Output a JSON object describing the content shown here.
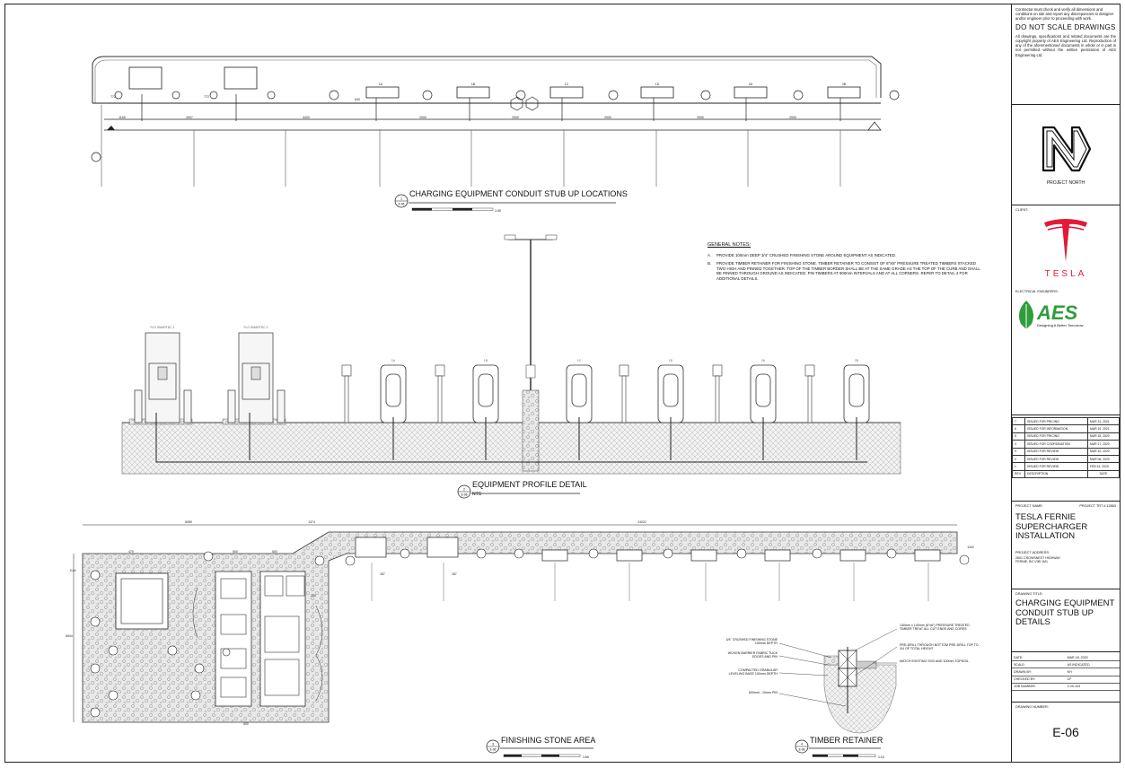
{
  "details": {
    "d1": {
      "num": "1",
      "sheet": "E-06",
      "title": "CHARGING EQUIPMENT CONDUIT STUB UP LOCATIONS",
      "scale": "1:40"
    },
    "d2": {
      "num": "2",
      "sheet": "E-06",
      "title": "EQUIPMENT PROFILE DETAIL",
      "scale": "NTS"
    },
    "d3": {
      "num": "3",
      "sheet": "E-06",
      "title": "FINISHING STONE AREA",
      "scale": "1:50"
    },
    "d4": {
      "num": "4",
      "sheet": "E-06",
      "title": "TIMBER RETAINER",
      "scale": "1:10"
    }
  },
  "dims_top": [
    "1160",
    "2907",
    "4400",
    "2900",
    "2900",
    "2900",
    "2900",
    "2900"
  ],
  "dims_side": [
    "772",
    "772"
  ],
  "dims_small": "640",
  "dims_bottom": {
    "left": "8089",
    "mid": "1374",
    "right": "24022",
    "s1": "475",
    "s2": "500",
    "s3": "500",
    "h1": "1144",
    "h2": "6544",
    "w1": "214",
    "b1": "287",
    "b2": "287",
    "r1": "1342",
    "c1": "600"
  },
  "stall_labels_top": [
    "1A",
    "1B",
    "1C",
    "1D",
    "2A",
    "2B"
  ],
  "stall_labels_profile": [
    "1A",
    "1B",
    "1C",
    "1D",
    "2A",
    "2B"
  ],
  "pedestal_labels": [
    "FLO SMARTDC 1",
    "FLO SMARTDC 2"
  ],
  "general_notes": {
    "heading": "GENERAL NOTES:",
    "items": [
      {
        "letter": "A.",
        "text": "PROVIDE 100mm DEEP 3/4\" CRUSHED FINISHING STONE AROUND EQUIPMENT AS INDICATED."
      },
      {
        "letter": "B.",
        "text": "PROVIDE TIMBER RETAINER FOR FINISHING STONE. TIMBER RETAINER TO CONSIST OF 6\"X6\" PRESSURE TREATED TIMBERS STACKED TWO HIGH AND PINNED TOGETHER. TOP OF THE TIMBER BORDER SHALL BE AT THE SAME GRADE AS THE TOP OF THE CURB AND SHALL BE PINNED THROUGH GROUND AS INDICATED. PIN TIMBERS AT 900mm INTERVALS AND AT ALL CORNERS. REFER TO DETAIL 4 FOR ADDITIONAL DETAILS."
      }
    ]
  },
  "timber_callouts": {
    "left": [
      "3/4\" CRUSHED FINISHING STONE 100mm DEPTH",
      "WOVEN BARRIER FABRIC TUCK EDGES AND PIN",
      "COMPACTED GRANULAR LEVELING BASE 100mm DEPTH",
      "600mm - 10mm PIN"
    ],
    "right": [
      "140mm x 140mm (6\"x6\") PRESSURE TREATED TIMBER TREAT ALL CUT ENDS AND CORES",
      "PRE-DRILL THROUGH BOTTOM PRE-DRILL TOP TO 3/4 OF TOTAL HEIGHT",
      "MATCH EXISTING SOD AND 100mm TOPSOIL"
    ]
  },
  "title_block": {
    "disclaimer": "Contractor must check and verify all dimensions and conditions on site and report any discrepancies to designer and/or engineer prior to proceeding with work.",
    "do_not_scale": "DO NOT SCALE DRAWINGS",
    "copyright": "All drawings, specifications and related documents are the copyright property of AES Engineering Ltd. Reproduction of any of the aforementioned documents in whole or in part is not permitted without the written permission of AES Engineering Ltd.",
    "north_label": "PROJECT NORTH",
    "client_label": "CLIENT:",
    "client_name": "TESLA",
    "engineer_label": "ELECTRICAL ENGINEERS:",
    "engineer_logo": "AES",
    "engineer_tagline": "Designing A Better Tomorrow",
    "revisions": [
      {
        "rev": "7",
        "desc": "ISSUED FOR PRICING",
        "date": "MAR 31, 2021"
      },
      {
        "rev": "6",
        "desc": "ISSUED FOR INFORMATION",
        "date": "MAR 19, 2021"
      },
      {
        "rev": "5",
        "desc": "ISSUED FOR PRICING",
        "date": "MAR 18, 2020"
      },
      {
        "rev": "4",
        "desc": "ISSUED FOR COORDINATION",
        "date": "MAR 17, 2020"
      },
      {
        "rev": "3",
        "desc": "ISSUED FOR REVIEW",
        "date": "MAR 10, 2020"
      },
      {
        "rev": "2",
        "desc": "ISSUED FOR REVIEW",
        "date": "MAR 06, 2020"
      },
      {
        "rev": "1",
        "desc": "ISSUED FOR REVIEW",
        "date": "FEB 24, 2020"
      }
    ],
    "rev_header": {
      "rev": "REV",
      "desc": "DESCRIPTION",
      "date": "DATE"
    },
    "project_name_label": "PROJECT NAME:",
    "project_number": "PROJECT TRT # 12863",
    "project_name": "TESLA FERNIE SUPERCHARGER INSTALLATION",
    "project_address_label": "PROJECT ADDRESS:",
    "project_address": "2601 CROWSNEST HIGHWAY FERNIE, BC V0B 1M1",
    "drawing_title_label": "DRAWING TITLE:",
    "drawing_title": "CHARGING EQUIPMENT CONDUIT STUB UP DETAILS",
    "info": [
      {
        "k": "DATE:",
        "v": "MAR 18, 2020"
      },
      {
        "k": "SCALE:",
        "v": "AS INDICATED"
      },
      {
        "k": "DRAWN BY:",
        "v": "KH"
      },
      {
        "k": "CHECKED BY:",
        "v": "CF"
      },
      {
        "k": "JOB NUMBER:",
        "v": "2-20-103"
      }
    ],
    "drawing_number_label": "DRAWING NUMBER:",
    "drawing_number": "E-06"
  }
}
